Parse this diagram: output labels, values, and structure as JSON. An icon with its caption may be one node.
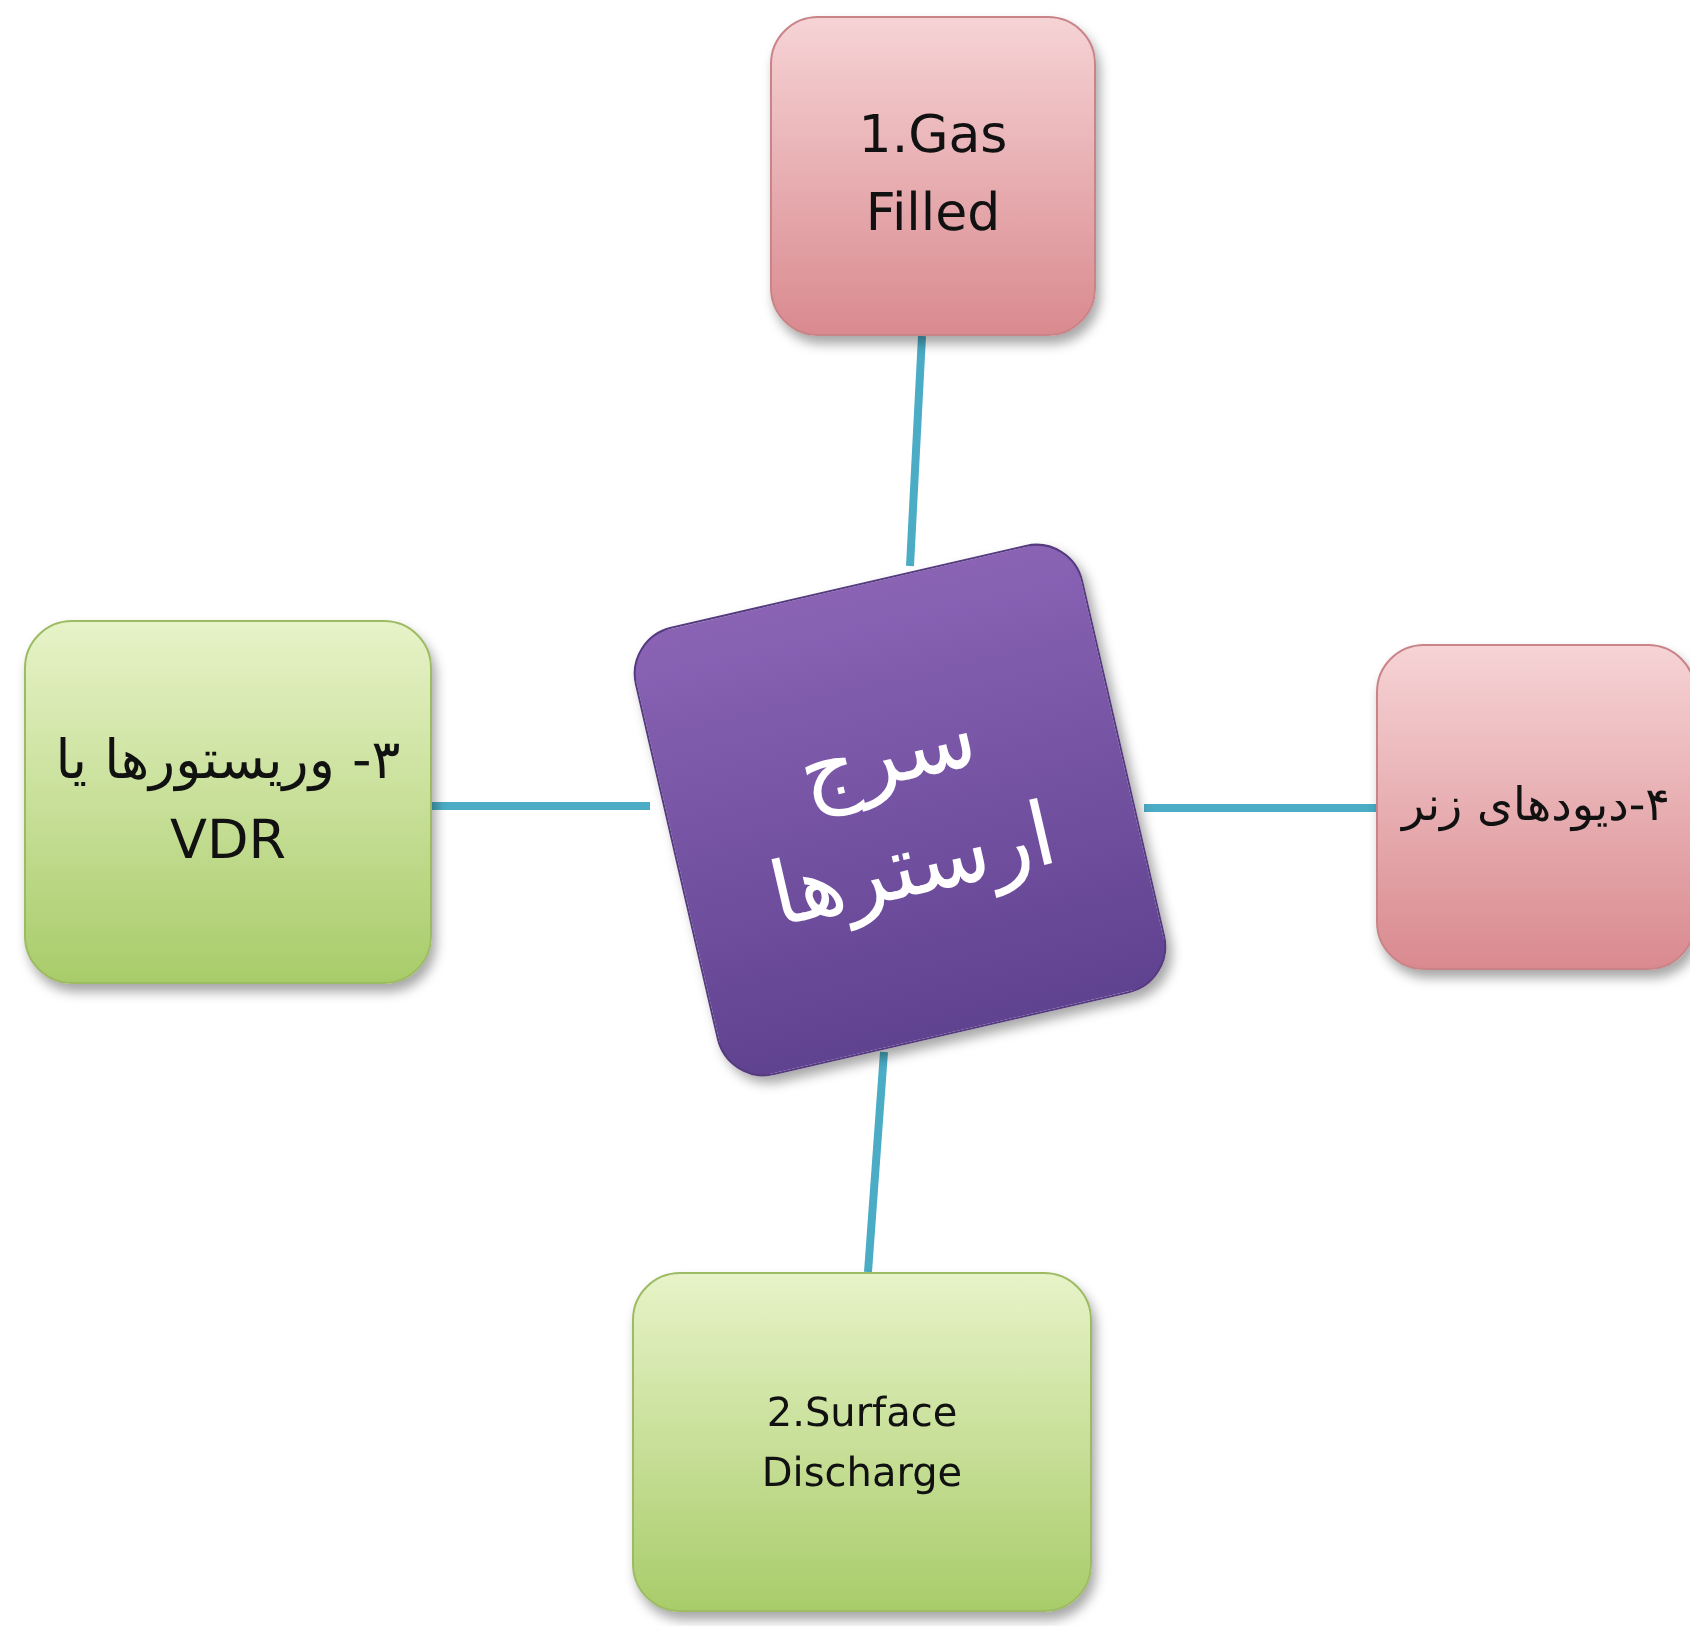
{
  "diagram": {
    "nodes": [
      {
        "text": [
          "1.Gas Filled"
        ]
      },
      {
        "text": [
          "۳- وریستورها یا VDR"
        ]
      },
      {
        "text": [
          "سرج ارسترها"
        ]
      },
      {
        "text": [
          "۴-دیودهای زنر"
        ]
      },
      {
        "text": [
          "2.Surface Discharge"
        ]
      }
    ],
    "edges": [
      {
        "from": 2,
        "to": 0,
        "arrow": "none"
      },
      {
        "from": 2,
        "to": 1,
        "arrow": "none"
      },
      {
        "from": 2,
        "to": 3,
        "arrow": "none"
      },
      {
        "from": 2,
        "to": 4,
        "arrow": "none"
      }
    ]
  }
}
